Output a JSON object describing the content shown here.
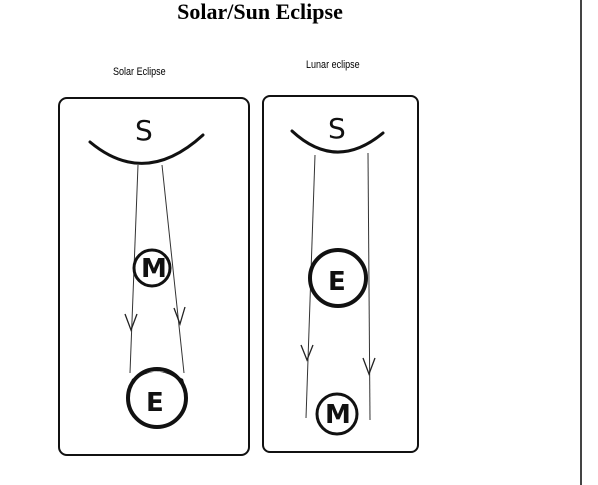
{
  "title": "Solar/Sun Eclipse",
  "panels": [
    {
      "caption": "Solar Eclipse",
      "labels": {
        "sun": "S",
        "moon": "M",
        "earth": "E"
      }
    },
    {
      "caption": "Lunar eclipse",
      "labels": {
        "sun": "S",
        "earth": "E",
        "moon": "M"
      }
    }
  ]
}
